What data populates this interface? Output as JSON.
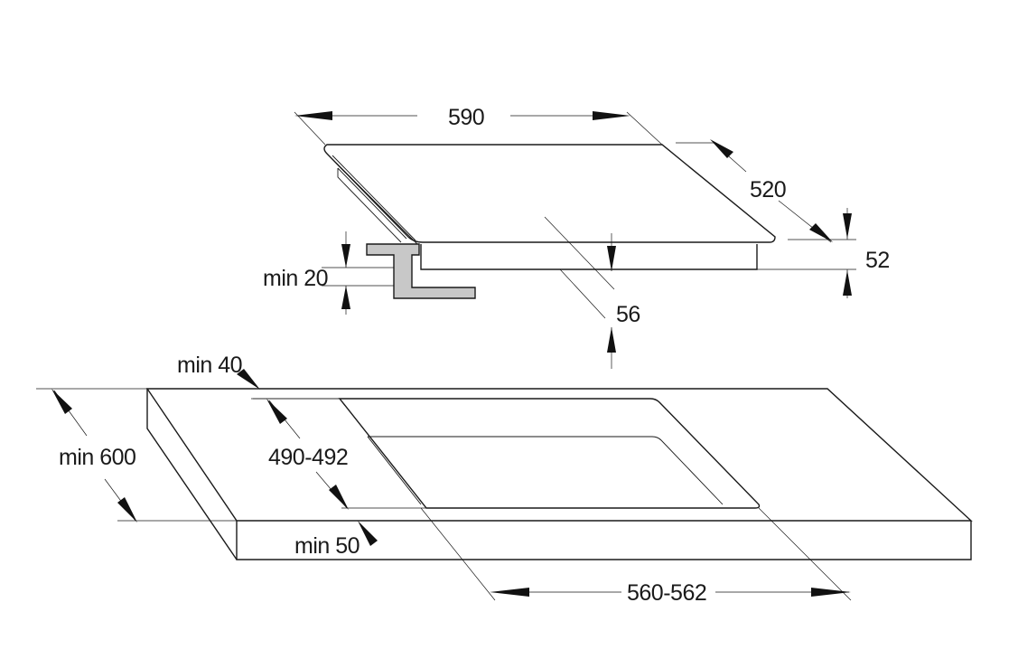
{
  "colors": {
    "stroke": "#1a1a1a",
    "bracket_fill": "#c8c8c8",
    "background": "#ffffff"
  },
  "dimensions": {
    "hob_width": "590",
    "hob_depth": "520",
    "hob_height": "52",
    "clearance_under": "56",
    "bracket_min": "min 20",
    "edge_min_back": "min 40",
    "worktop_depth": "min 600",
    "cutout_depth": "490-492",
    "edge_min_front": "min 50",
    "cutout_width": "560-562"
  }
}
